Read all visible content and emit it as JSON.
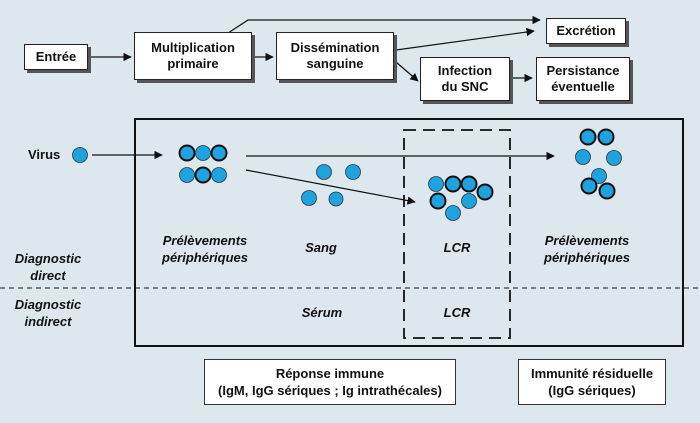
{
  "colors": {
    "background": "#dde8ee",
    "virus": "#1fa3e0",
    "box": "#ffffff"
  },
  "boxes": {
    "entree": "Entrée",
    "multiplication": "Multiplication\nprimaire",
    "dissemination": "Dissémination\nsanguine",
    "excretion": "Excrétion",
    "infection": "Infection\ndu SNC",
    "persistance": "Persistance\néventuelle"
  },
  "labels": {
    "virus": "Virus",
    "diag_direct": "Diagnostic\ndirect",
    "diag_indirect": "Diagnostic\nindirect",
    "prelev_left": "Prélèvements\npériphériques",
    "sang": "Sang",
    "lcr_top": "LCR",
    "prelev_right": "Prélèvements\npériphériques",
    "serum": "Sérum",
    "lcr_bottom": "LCR"
  },
  "bottom": {
    "reponse": "Réponse immune\n(IgM, IgG sériques ; Ig intrathécales)",
    "immunite": "Immunité résiduelle\n(IgG sériques)"
  }
}
